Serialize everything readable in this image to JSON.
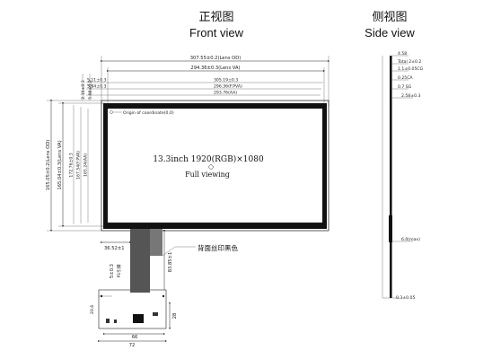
{
  "front": {
    "title_cn": "正视图",
    "title_en": "Front view",
    "width_dims": [
      "307.55±0.2(Lens OD)",
      "294.36±0.3(Lens VA)"
    ],
    "top_dims": [
      {
        "left": "5.11±0.3",
        "right": "305.19±0.3"
      },
      {
        "left": "5.84±0.3",
        "right": "296.36(F.PVA)"
      },
      {
        "left": "",
        "right": "293.76(AA)"
      }
    ],
    "left_offsets": [
      "2.16±0.3",
      "5.98±0.3"
    ],
    "height_dims": [
      "165.05±0.2(Lens OD)",
      "165.04±0.3(Lens VA)",
      "172.76±0.3",
      "167.54(F.PVA)",
      "165.24(AA)"
    ],
    "origin_note": "Origin of coordinate(0,0)",
    "screen_spec": "13.3inch 1920(RGB)×1080",
    "viewing": "Full viewing",
    "fpc_note": "背面丝印黑色",
    "fpc_dims": {
      "left": "36.52±1",
      "length": "83.85±1",
      "side": "5±0.3",
      "pin": "P1引脚"
    },
    "connector_dims": {
      "top": "20.6",
      "w66": "66",
      "w72": "72",
      "h": "28"
    }
  },
  "side": {
    "title_cn": "侧视图",
    "title_en": "Side view",
    "dims": [
      "4.58",
      "Total 2±0.2",
      "1.1±0.05CG",
      "0.25CA",
      "0.7 SG",
      "2.58±0.3",
      "6.0(max)",
      "0.3±0.05"
    ]
  }
}
